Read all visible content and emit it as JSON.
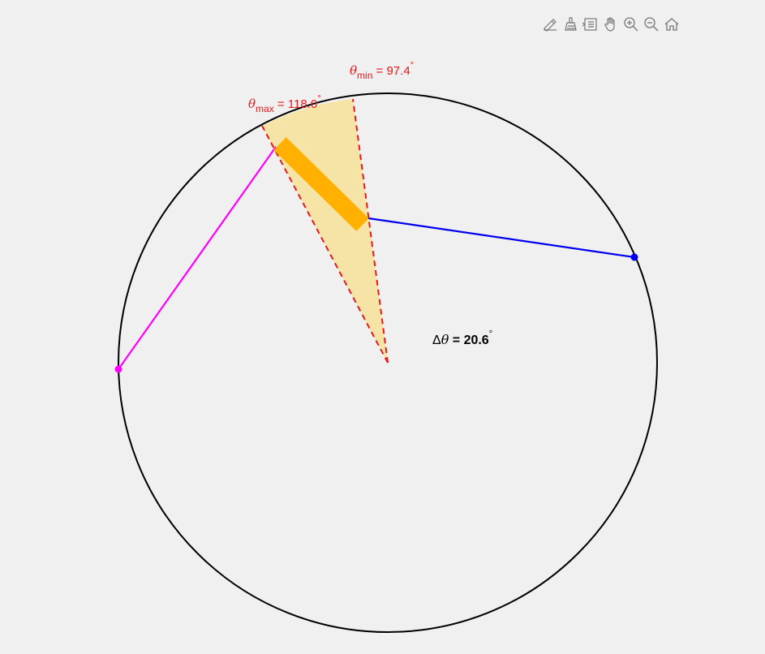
{
  "toolbar": {
    "tools": [
      {
        "name": "edit-icon"
      },
      {
        "name": "brush-icon"
      },
      {
        "name": "data-tips-icon"
      },
      {
        "name": "pan-hand-icon"
      },
      {
        "name": "zoom-in-icon"
      },
      {
        "name": "zoom-out-icon"
      },
      {
        "name": "home-icon"
      }
    ]
  },
  "labels": {
    "theta_min": {
      "symbol": "θ",
      "sub": "min",
      "text": " = 97.4",
      "deg": "°"
    },
    "theta_max": {
      "symbol": "θ",
      "sub": "max",
      "text": " = 118.0",
      "deg": "°"
    },
    "delta_theta": {
      "prefix": "Δ",
      "symbol": "θ",
      "text": " = 20.6",
      "deg": "°"
    }
  },
  "colors": {
    "circle": "#000000",
    "boundary": "#e8191b",
    "sector_fill": "#f6e4a6",
    "bar": "#ffb000",
    "blue_link": "#0000ee",
    "magenta_link": "#ff00ff"
  },
  "geometry_values": {
    "theta_min_deg": 97.4,
    "theta_max_deg": 118.0,
    "delta_theta_deg": 20.6
  }
}
